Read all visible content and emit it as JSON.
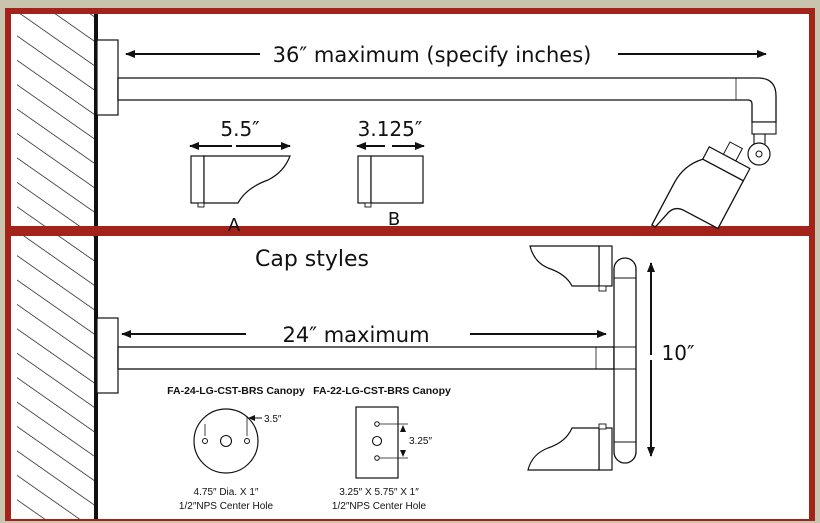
{
  "colors": {
    "frame": "#a3231a",
    "background": "#c9c4ad",
    "panel": "#ffffff",
    "ink": "#111111"
  },
  "top": {
    "dimension_label": "36″ maximum (specify inches)"
  },
  "caps": {
    "a": {
      "width_label": "5.5″",
      "letter": "A"
    },
    "b": {
      "width_label": "3.125″",
      "letter": "B"
    },
    "title": "Cap styles"
  },
  "bottom": {
    "dimension_label": "24″ maximum",
    "height_label": "10″"
  },
  "canopy_round": {
    "title": "FA-24-LG-CST-BRS Canopy",
    "spacing_label": "3.5″",
    "size_label": "4.75″ Dia. X 1″",
    "hole_label": "1/2″NPS Center Hole"
  },
  "canopy_rect": {
    "title": "FA-22-LG-CST-BRS Canopy",
    "spacing_label": "3.25″",
    "size_label": "3.25″ X 5.75″ X 1″",
    "hole_label": "1/2″NPS Center Hole"
  }
}
